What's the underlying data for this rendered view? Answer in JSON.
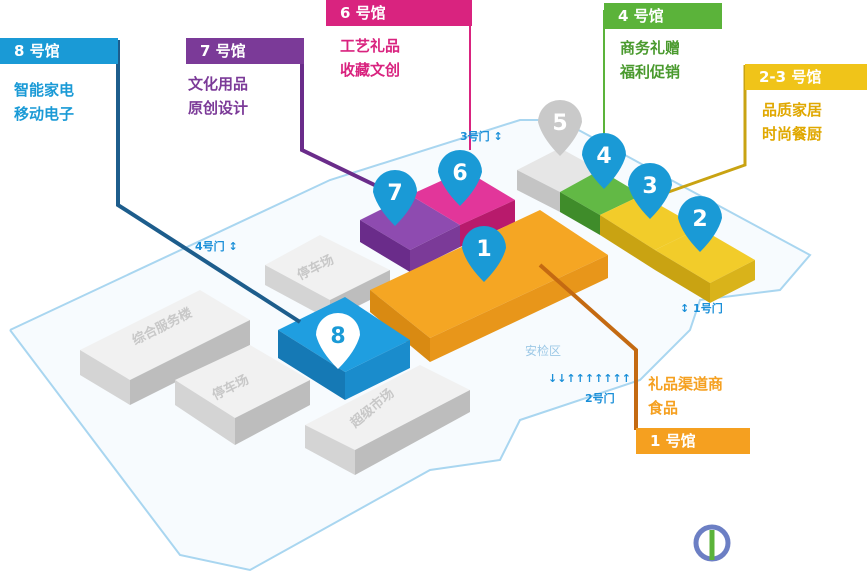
{
  "halls": [
    {
      "id": "8",
      "title": "8 号馆",
      "lines": [
        "智能家电",
        "移动电子"
      ],
      "color": "#1a9ad6"
    },
    {
      "id": "7",
      "title": "7 号馆",
      "lines": [
        "文化用品",
        "原创设计"
      ],
      "color": "#7b3a98"
    },
    {
      "id": "6",
      "title": "6 号馆",
      "lines": [
        "工艺礼品",
        "收藏文创"
      ],
      "color": "#d9237f"
    },
    {
      "id": "4",
      "title": "4 号馆",
      "lines": [
        "商务礼赠",
        "福利促销"
      ],
      "color": "#5bb33a"
    },
    {
      "id": "2-3",
      "title": "2-3 号馆",
      "lines": [
        "品质家居",
        "时尚餐厨"
      ],
      "color": "#f0c419"
    },
    {
      "id": "1",
      "title": "1 号馆",
      "lines": [
        "礼品渠道商",
        "食品"
      ],
      "color": "#f5a020"
    }
  ],
  "pins": [
    "1",
    "2",
    "3",
    "4",
    "5",
    "6",
    "7",
    "8"
  ],
  "buildings": {
    "service": "综合服务楼",
    "parking1": "停车场",
    "parking2": "停车场",
    "supermarket": "超级市场",
    "security": "安检区"
  },
  "gates": {
    "g1": "1号门",
    "g2": "2号门",
    "g3": "3号门",
    "g4": "4号门"
  }
}
